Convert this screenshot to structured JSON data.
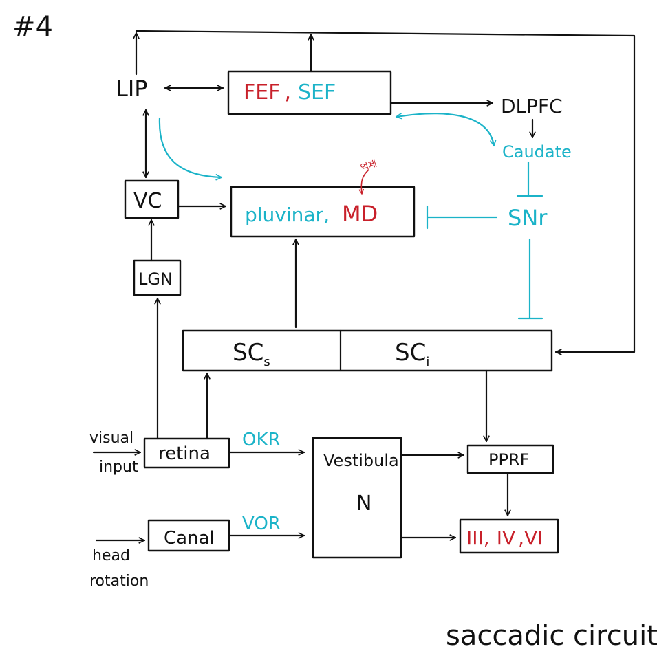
{
  "page": {
    "number": "#4",
    "caption": "saccadic circuit"
  },
  "colors": {
    "ink": "#111111",
    "red": "#c8202a",
    "cyan": "#1bb3c8"
  },
  "nodes": {
    "lip": "LIP",
    "fef": "FEF",
    "fef_sep": ",",
    "sef": "SEF",
    "dlpfc": "DLPFC",
    "caudate": "Caudate",
    "vc": "VC",
    "pulvinar": "pluvinar,",
    "md": "MD",
    "md_note": "억제",
    "snr": "SNr",
    "lgn": "LGN",
    "sc_s_base": "SC",
    "sc_s_sub": "s",
    "sc_i_base": "SC",
    "sc_i_sub": "i",
    "retina": "retina",
    "okr": "OKR",
    "vestibular": "Vestibula",
    "vestibular_n": "N",
    "pprf": "PPRF",
    "nuclei_iii": "III,",
    "nuclei_iv": "IV",
    "nuclei_vi": ",VI",
    "canal": "Canal",
    "vor": "VOR"
  },
  "inputs": {
    "visual_line1": "visual",
    "visual_line2": "input",
    "head_line1": "head",
    "head_line2": "rotation"
  }
}
